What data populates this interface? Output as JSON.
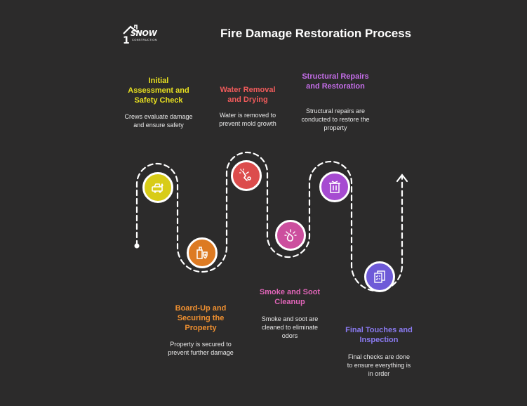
{
  "title": "Fire Damage Restoration Process",
  "logo": {
    "text": "SNOW",
    "subtext": "CONSTRUCTION",
    "mark": "1"
  },
  "colors": {
    "background": "#2c2b2b",
    "path": "#ffffff",
    "step1": "#d8cc17",
    "step2": "#dd7a22",
    "step3": "#dc4c4c",
    "step4": "#cc4f9e",
    "step5": "#a64bd1",
    "step6": "#6e5ad8"
  },
  "steps": [
    {
      "title": "Initial Assessment and Safety Check",
      "description": "Crews evaluate damage and ensure safety",
      "icon": "fire-truck-icon"
    },
    {
      "title": "Board-Up and Securing the Property",
      "description": "Property is secured to prevent further damage",
      "icon": "building-shield-icon"
    },
    {
      "title": "Water Removal and Drying",
      "description": "Water is removed to prevent mold growth",
      "icon": "water-hose-icon"
    },
    {
      "title": "Smoke and Soot Cleanup",
      "description": "Smoke and soot are cleaned to eliminate odors",
      "icon": "smoke-fire-icon"
    },
    {
      "title": "Structural Repairs and Restoration",
      "description": "Structural repairs are conducted to restore the property",
      "icon": "building-repair-icon"
    },
    {
      "title": "Final Touches and Inspection",
      "description": "Final checks are done to ensure everything is in order",
      "icon": "checklist-icon"
    }
  ]
}
